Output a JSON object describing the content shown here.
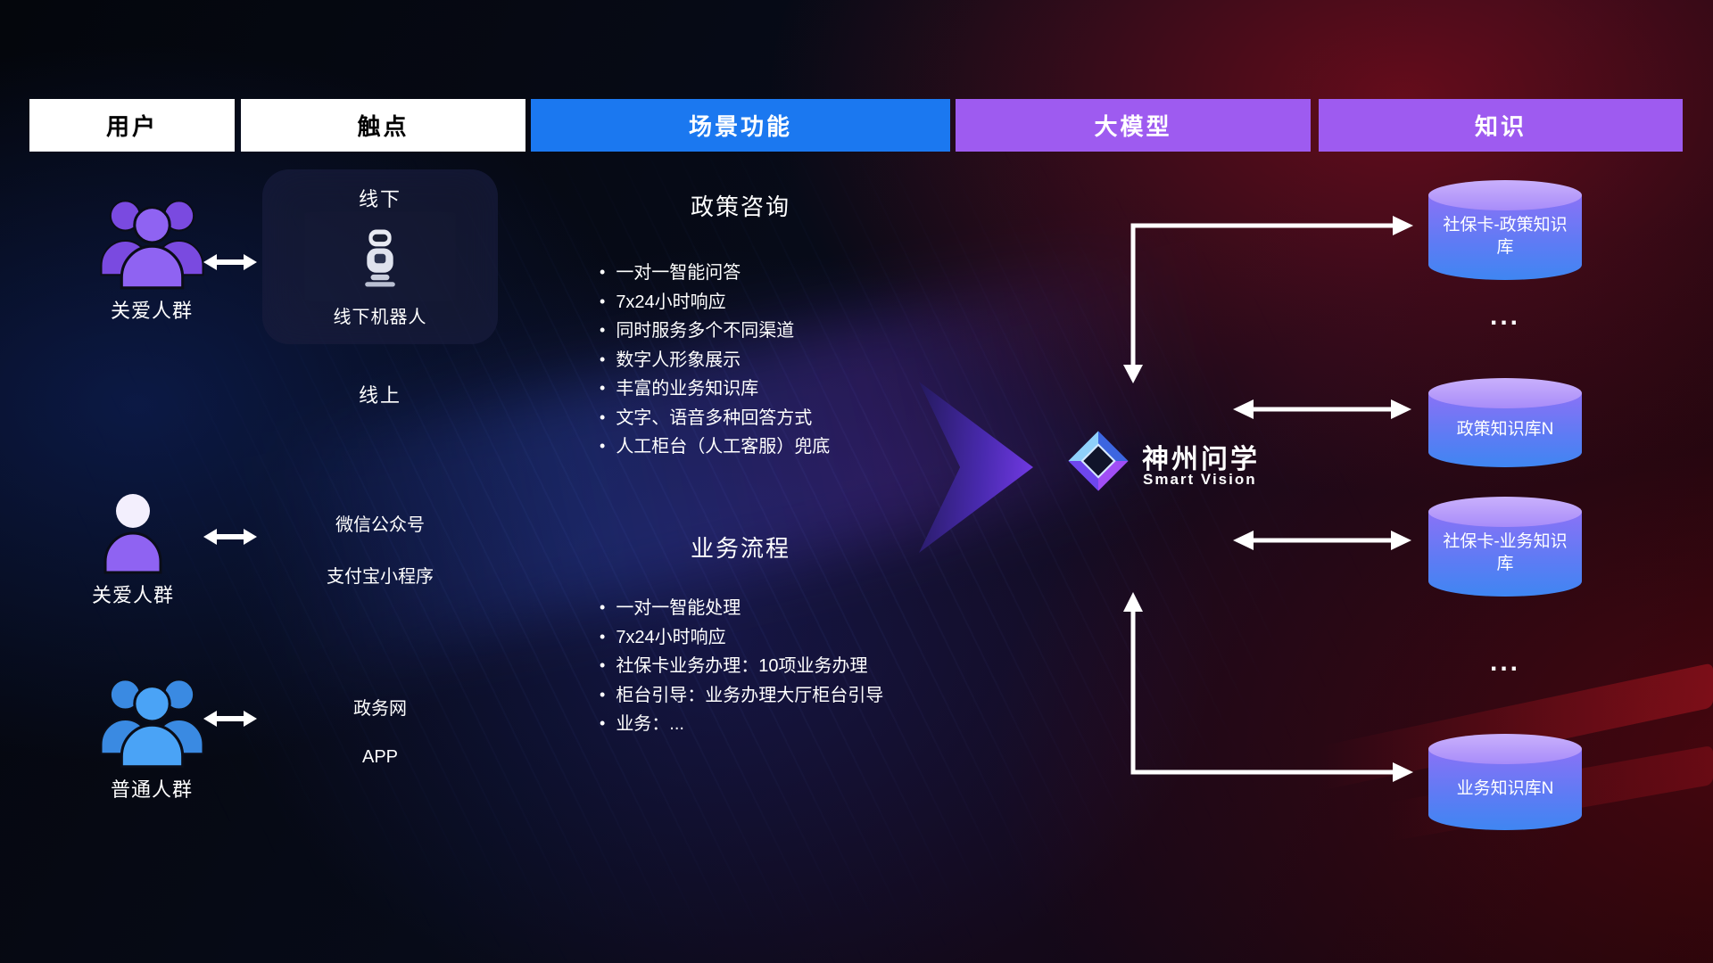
{
  "colors": {
    "accent-blue": "#1b78f0",
    "accent-purple": "#9e5bf0",
    "person-purple": "#8f63f2",
    "person-purple-dark": "#7a4ae0",
    "person-blue": "#4aa3f6",
    "person-blue-dark": "#3a8ae2",
    "db-cap": "#a88cf9",
    "db-body-top": "#8a72f6",
    "db-body-bottom": "#3f86f2",
    "big-arrow-start": "#241a5e",
    "big-arrow-end": "#7b3df2",
    "connector-white": "#ffffff"
  },
  "header": {
    "columns": [
      {
        "label": "用户",
        "style": "white"
      },
      {
        "label": "触点",
        "style": "white"
      },
      {
        "label": "场景功能",
        "style": "blue"
      },
      {
        "label": "大模型",
        "style": "purple"
      },
      {
        "label": "知识",
        "style": "purple"
      }
    ]
  },
  "users": {
    "groups": [
      {
        "label": "关爱人群",
        "icon": "people-group-icon",
        "color": "purple"
      },
      {
        "label": "关爱人群",
        "icon": "person-icon",
        "color": "purple"
      },
      {
        "label": "普通人群",
        "icon": "people-group-icon",
        "color": "blue"
      }
    ]
  },
  "touchpoints": {
    "offline_card": {
      "title": "线下",
      "robot_caption": "线下机器人"
    },
    "online_title": "线上",
    "online_channels": [
      "微信公众号",
      "支付宝小程序"
    ],
    "gov_channels": [
      "政务网",
      "APP"
    ]
  },
  "scenarios": [
    {
      "title": "政策咨询",
      "items": [
        "一对一智能问答",
        "7x24小时响应",
        "同时服务多个不同渠道",
        "数字人形象展示",
        "丰富的业务知识库",
        "文字、语音多种回答方式",
        "人工柜台（人工客服）兜底"
      ]
    },
    {
      "title": "业务流程",
      "items": [
        "一对一智能处理",
        "7x24小时响应",
        "社保卡业务办理：10项业务办理",
        "柜台引导：业务办理大厅柜台引导",
        "业务：..."
      ]
    }
  ],
  "model": {
    "brand": "神州问学",
    "brand_en": "Smart Vision"
  },
  "knowledge": {
    "databases": [
      {
        "label": "社保卡-政策知识库"
      },
      {
        "label": "政策知识库N"
      },
      {
        "label": "社保卡-业务知识库"
      },
      {
        "label": "业务知识库N"
      }
    ],
    "ellipsis": "..."
  }
}
